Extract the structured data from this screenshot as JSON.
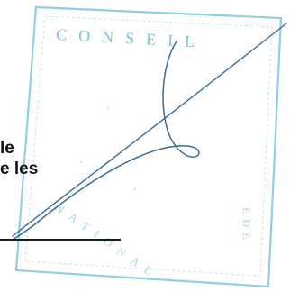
{
  "document": {
    "text_fragments": [
      "le",
      "e les"
    ]
  },
  "stamp": {
    "text": "CONSEIL",
    "color": "#7cc3d6"
  },
  "colors": {
    "stamp_ink": "#7cc3d6",
    "signature_ink": "#3b6a8f",
    "rule_line": "#1a1a1a",
    "text": "#111111"
  }
}
